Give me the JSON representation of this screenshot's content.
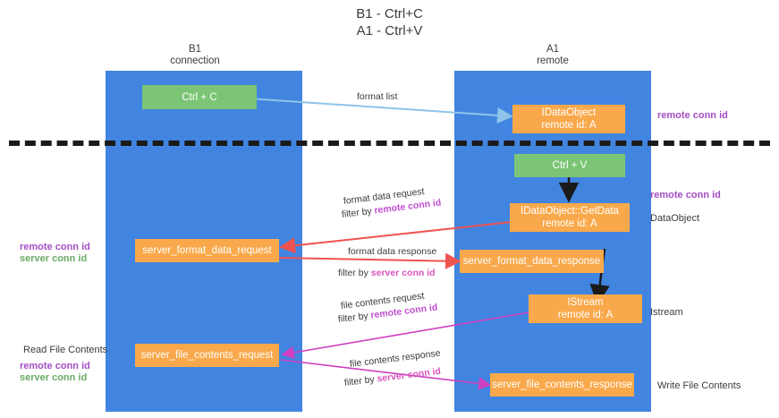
{
  "title": "B1 - Ctrl+C\nA1 - Ctrl+V",
  "columns": [
    {
      "id": "b1",
      "label": "B1\nconnection"
    },
    {
      "id": "a1",
      "label": "A1\nremote"
    }
  ],
  "nodes": [
    {
      "id": "ctrl-c",
      "text": "Ctrl + C",
      "color": "#7cc576"
    },
    {
      "id": "idataobject",
      "text": "IDataObject\nremote id: A",
      "color": "#f9a94b"
    },
    {
      "id": "ctrl-v",
      "text": "Ctrl + V",
      "color": "#7cc576"
    },
    {
      "id": "idataobject-getdata",
      "text": "IDataObject::GetData\nremote id: A",
      "color": "#f9a94b"
    },
    {
      "id": "server-format-data-request",
      "text": "server_format_data_request",
      "color": "#f9a94b"
    },
    {
      "id": "server-format-data-response",
      "text": "server_format_data_response",
      "color": "#f9a94b"
    },
    {
      "id": "istream",
      "text": "IStream\nremote id: A",
      "color": "#f9a94b"
    },
    {
      "id": "server-file-contents-request",
      "text": "server_file_contents_request",
      "color": "#f9a94b"
    },
    {
      "id": "server-file-contents-response",
      "text": "server_file_contents_response",
      "color": "#f9a94b"
    }
  ],
  "edge_labels": {
    "format_list": "format list",
    "format_data_request": "format data request",
    "format_data_request_filter_prefix": "filter by ",
    "format_data_request_filter_value": "remote conn id",
    "format_data_response": "format data response",
    "format_data_response_filter_prefix": "filter by ",
    "format_data_response_filter_value": "server conn id",
    "file_contents_request": "file contents request",
    "file_contents_request_filter_prefix": "filter by ",
    "file_contents_request_filter_value": "remote conn id",
    "file_contents_response": "file contents response",
    "file_contents_response_filter_prefix": "filter by ",
    "file_contents_response_filter_value": "server conn id"
  },
  "right_labels": [
    {
      "id": "right-remote-conn-id-top",
      "text": "remote conn id",
      "style": "purple"
    },
    {
      "id": "right-remote-conn-id-mid",
      "text": "remote conn id",
      "style": "purple"
    },
    {
      "id": "right-dataobject",
      "text": "DataObject",
      "style": "plain"
    },
    {
      "id": "right-istream",
      "text": "Istream",
      "style": "plain"
    },
    {
      "id": "right-write-file-contents",
      "text": "Write File Contents",
      "style": "plain"
    }
  ],
  "left_labels": [
    {
      "id": "left-remote-conn-id",
      "text": "remote conn id",
      "style": "purple"
    },
    {
      "id": "left-server-conn-id",
      "text": "server conn id",
      "style": "green"
    },
    {
      "id": "left-read-file-contents",
      "text": "Read File Contents",
      "style": "plain"
    },
    {
      "id": "left-remote-conn-id-2",
      "text": "remote conn id",
      "style": "purple"
    },
    {
      "id": "left-server-conn-id-2",
      "text": "server conn id",
      "style": "green"
    }
  ],
  "colors": {
    "lane": "#4285e0",
    "green_node": "#7cc576",
    "orange_node": "#f9a94b",
    "divider": "#1a1a1a",
    "arrow_blue": "#8ec4ea",
    "arrow_red": "#ef5350",
    "arrow_magenta": "#cf3fc0",
    "arrow_black": "#1a1a1a",
    "text_purple": "#a44ec4",
    "text_green": "#6aaa64"
  }
}
